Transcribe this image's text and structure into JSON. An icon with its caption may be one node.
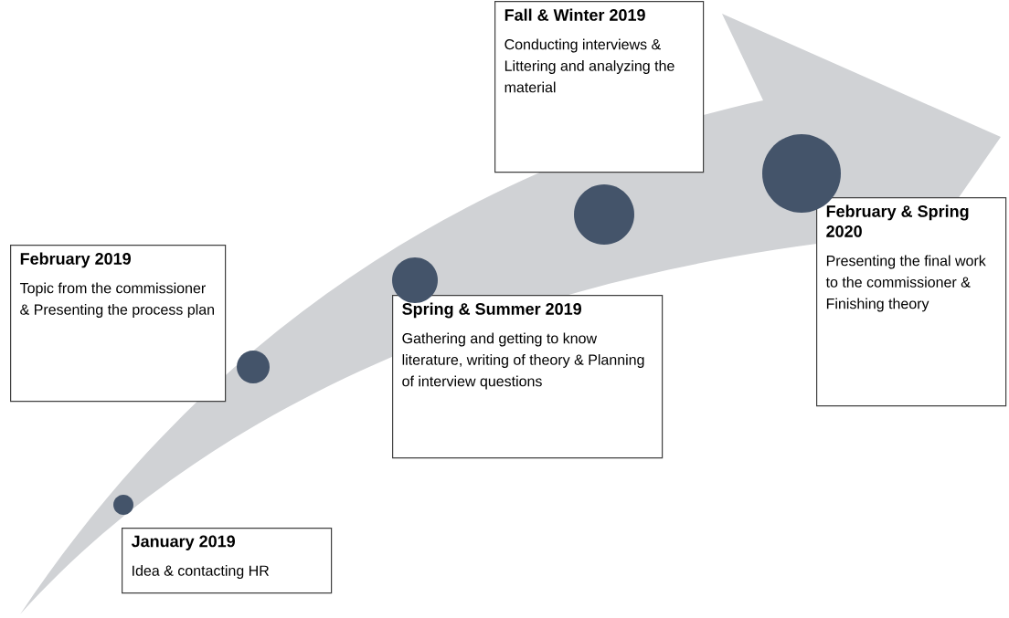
{
  "diagram": {
    "nodes": [
      {
        "text": [
          "February 2019",
          "Topic from the commissioner & Presenting the process plan"
        ]
      },
      {
        "text": [
          "January 2019",
          "Idea & contacting HR"
        ]
      },
      {
        "text": [
          "Spring & Summer 2019",
          "Gathering and getting to know literature, writing of theory & Planning of interview questions"
        ]
      },
      {
        "text": [
          "Fall & Winter 2019",
          "Conducting interviews & Littering and analyzing the material"
        ]
      },
      {
        "text": [
          "February & Spring 2020",
          "Presenting the final work to the commissioner & Finishing theory"
        ]
      },
      {
        "text": [],
        "shape": "circle"
      },
      {
        "text": [],
        "shape": "circle"
      },
      {
        "text": [],
        "shape": "circle"
      },
      {
        "text": [],
        "shape": "circle"
      },
      {
        "text": [],
        "shape": "circle"
      }
    ]
  }
}
